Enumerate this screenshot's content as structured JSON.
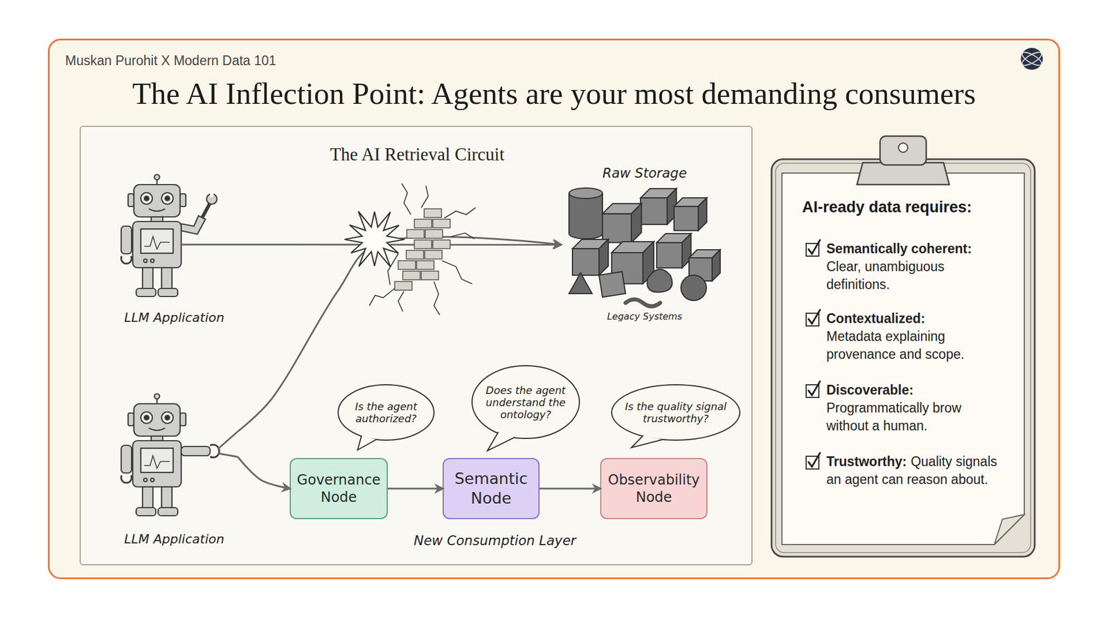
{
  "diagram": {
    "title": "The AI Inflection Point: Agents are your most demanding consumers",
    "nodes": [
      {
        "text": [
          "The AI Retrieval Circuit"
        ]
      },
      {
        "text": [
          "LLM Application"
        ],
        "in": 0
      },
      {
        "text": [
          "Raw Storage",
          "Legacy Systems"
        ],
        "in": 0
      },
      {
        "text": [
          "LLM Application"
        ],
        "in": 0
      },
      {
        "text": [
          "Is the agent authorized?"
        ],
        "in": 0
      },
      {
        "text": [
          "Does the agent understand the ontology?"
        ],
        "in": 0
      },
      {
        "text": [
          "Is the quality signal trustworthy?"
        ],
        "in": 0
      },
      {
        "text": [
          "Governance Node"
        ],
        "in": 0
      },
      {
        "text": [
          "Semantic Node"
        ],
        "in": 0
      },
      {
        "text": [
          "Observability Node"
        ],
        "in": 0
      },
      {
        "text": [
          "AI-ready data requires:",
          "Semantically coherent:",
          "Clear, unambiguous definitions.",
          "Contextualized:",
          "Metadata explaining provenance and scope.",
          "Discoverable:",
          "Programmatically brow without a human.",
          "Trustworthy:",
          "Quality signals an agent can reason about."
        ]
      }
    ],
    "edges": [
      {
        "from": 1,
        "to": 2,
        "arrow": "to"
      },
      {
        "from": 3,
        "to": 2,
        "arrow": "to"
      },
      {
        "from": 3,
        "to": 7,
        "arrow": "to"
      },
      {
        "from": 7,
        "to": 8,
        "arrow": "to"
      },
      {
        "from": 8,
        "to": 9,
        "arrow": "to"
      }
    ],
    "labels": [
      "Muskan Purohit X Modern Data 101",
      "New Consumption Layer"
    ]
  }
}
